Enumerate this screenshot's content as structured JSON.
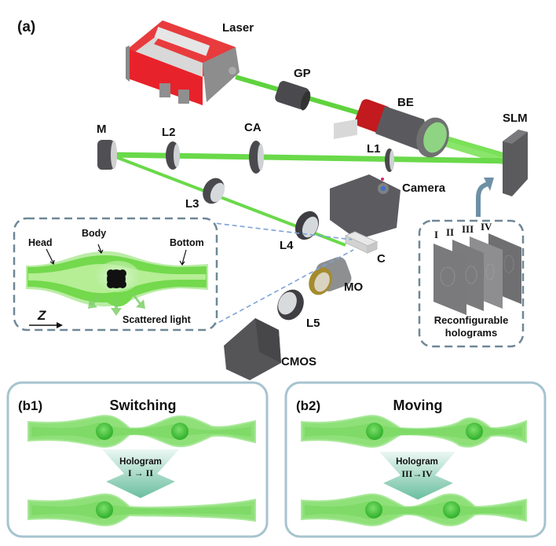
{
  "panel_a": {
    "tag": "(a)",
    "components": {
      "laser": "Laser",
      "gp": "GP",
      "be": "BE",
      "slm": "SLM",
      "m": "M",
      "l2": "L2",
      "ca": "CA",
      "l1": "L1",
      "camera": "Camera",
      "l3": "L3",
      "l4": "L4",
      "c": "C",
      "mo": "MO",
      "l5": "L5",
      "cmos": "CMOS"
    },
    "inset": {
      "head": "Head",
      "body": "Body",
      "bottom": "Bottom",
      "z_axis": "Z",
      "scattered": "Scattered light"
    },
    "holograms": {
      "labels": [
        "I",
        "II",
        "III",
        "IV"
      ],
      "caption_line1": "Reconfigurable",
      "caption_line2": "holograms"
    }
  },
  "panel_b1": {
    "tag": "(b1)",
    "title": "Switching",
    "arrow_text": "Hologram",
    "transition": "I → II"
  },
  "panel_b2": {
    "tag": "(b2)",
    "title": "Moving",
    "arrow_text": "Hologram",
    "transition": "III→IV"
  },
  "colors": {
    "beam": "#66dd44",
    "laser_body": "#e8222a",
    "frame": "#9dbccb",
    "dash": "#6e8796"
  }
}
